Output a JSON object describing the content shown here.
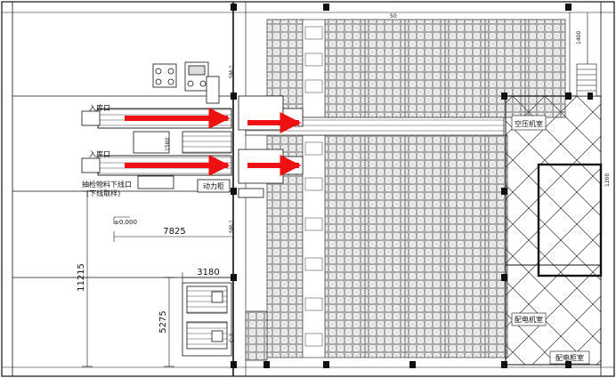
{
  "labels": {
    "entry_1": "入库口",
    "entry_2": "入库口",
    "sampling_exit_1": "抽检物料下线口",
    "sampling_exit_2": "(下线取样)",
    "power_cabinet": "动力柜",
    "elevation": "±0.000",
    "right_room_top": "空压机室",
    "right_room_bottom": "配电机室",
    "bottom_right": "配电柜室",
    "code_1580": "1580",
    "code_sm1_top": "SM-1",
    "code_sm1_mid": "SM-1",
    "code_c2": "C-2",
    "code_50": "50",
    "code_right_v": "1400",
    "code_far_right": "1200"
  },
  "dimensions": {
    "d_7825": "7825",
    "d_3180": "3180",
    "d_11215": "11215",
    "d_5275": "5275"
  },
  "colors": {
    "line": "#1a1a1a",
    "rack": "#6f6f6f",
    "arrow": "#ee1111",
    "column": "#111111"
  },
  "arrows": {
    "count": 4
  }
}
